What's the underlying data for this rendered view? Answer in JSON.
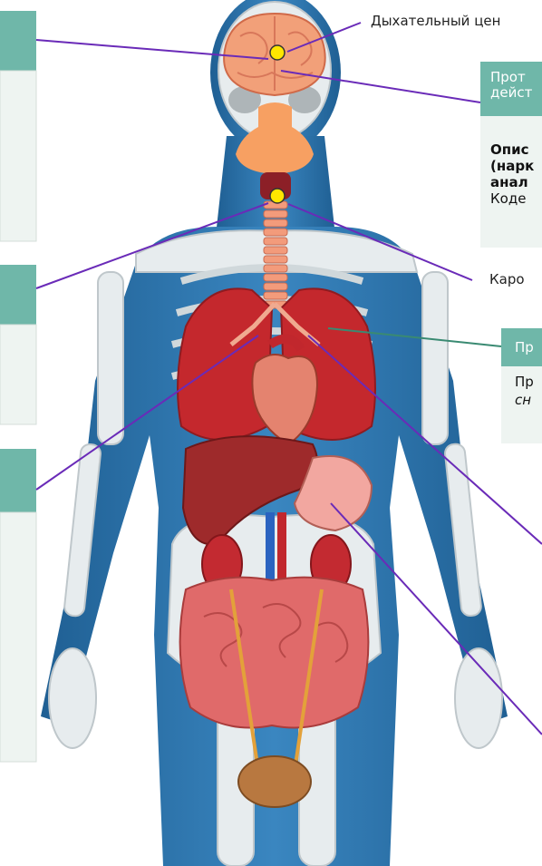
{
  "labels": {
    "respiratory_center": "Дыхательный цен",
    "carotid": "Каро"
  },
  "box_right_top": {
    "header_line1": "Прот",
    "header_line2": "дейст",
    "body_line1": "Опис",
    "body_line2": "(нарк",
    "body_line3": "анал",
    "body_line4": "Коде"
  },
  "box_right_mid": {
    "header": "Пр",
    "body_line1": "Пр",
    "body_line2": "сн"
  },
  "colors": {
    "box_header": "#6fb7a9",
    "box_body": "#eef4f1",
    "leader_line": "#6a2bb8",
    "leader_line_green": "#3a8a72",
    "marker": "#ffe600",
    "body_silhouette": "#2f74ad"
  }
}
